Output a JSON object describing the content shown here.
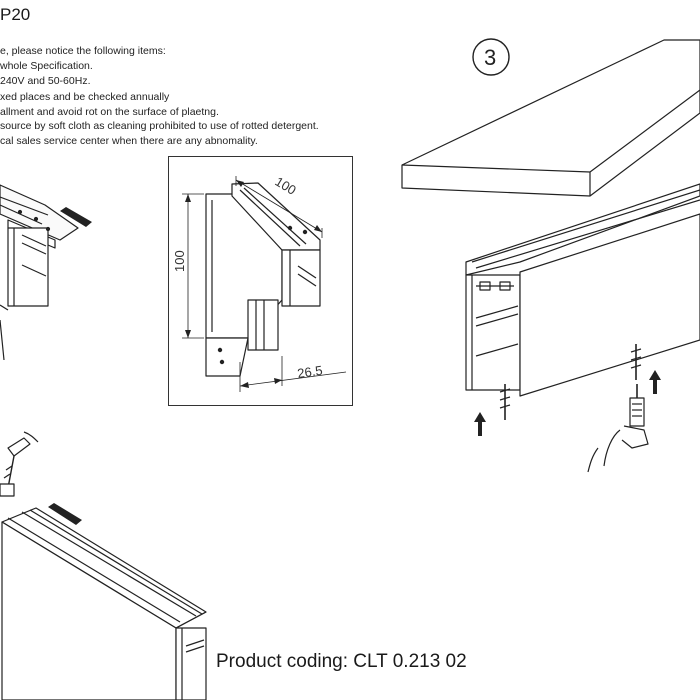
{
  "header": {
    "model": "P20"
  },
  "notes": [
    "e, please notice the following items:",
    "whole Specification.",
    "240V and 50-60Hz.",
    "xed places and be checked annually",
    "allment and avoid rot on the surface of plaetng.",
    "source by soft cloth as cleaning prohibited to use of rotted detergent.",
    "cal sales service center when there are any abnomality."
  ],
  "dimension_drawing": {
    "width_label": "100",
    "height_label": "100",
    "depth_label": "26.5"
  },
  "step_number": "3",
  "footer": {
    "product_coding": "Product coding: CLT 0.213 02"
  }
}
